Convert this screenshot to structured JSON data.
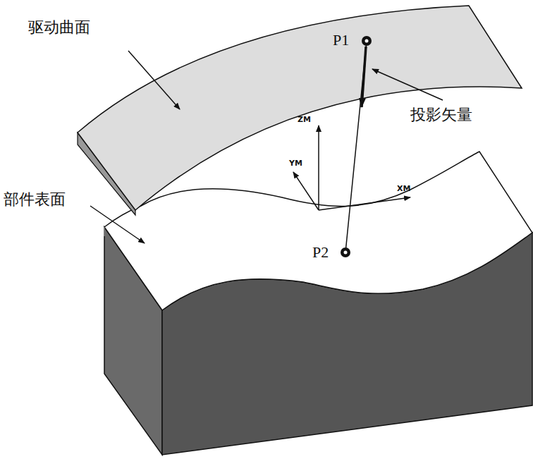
{
  "diagram": {
    "labels": [
      "驱动曲面",
      "投影矢量",
      "部件表面",
      "P1",
      "P2",
      "ZM",
      "YM",
      "XM"
    ]
  }
}
